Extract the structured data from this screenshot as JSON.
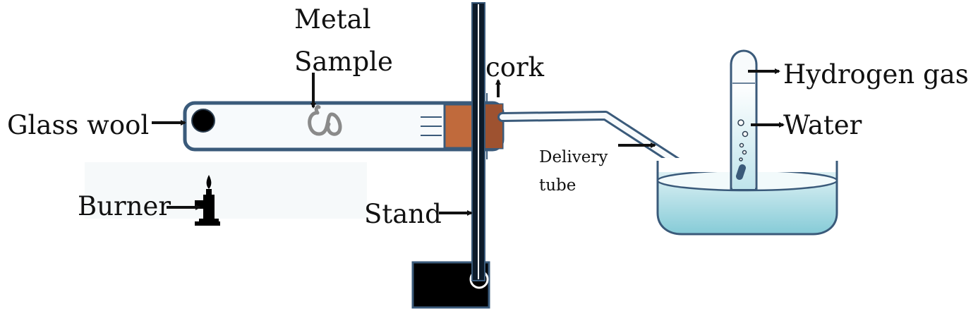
{
  "labels": {
    "metal_sample_line1": "Metal",
    "metal_sample_line2": "Sample",
    "cork": "cork",
    "glass_wool": "Glass wool",
    "burner": "Burner",
    "stand": "Stand",
    "delivery_tube_line1": "Delivery",
    "delivery_tube_line2": "tube",
    "hydrogen_gas": "Hydrogen gas",
    "water": "Water"
  },
  "colors": {
    "glass_outline": "#3a5a7a",
    "glass_fill": "#f4f8fb",
    "cork": "#c06a3c",
    "cork_shadow": "#9e5230",
    "stand": "#0d1b2a",
    "water_top": "#e9f6f8",
    "water_bottom": "#8fd0db",
    "metal_sample": "#8a8a8a",
    "arrow": "#111111"
  }
}
